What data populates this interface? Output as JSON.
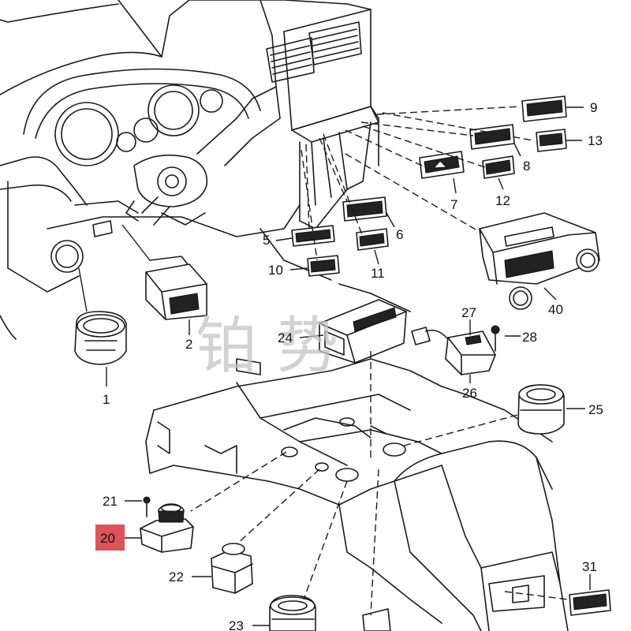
{
  "callouts": [
    {
      "id": "1",
      "label": "1"
    },
    {
      "id": "2",
      "label": "2"
    },
    {
      "id": "5",
      "label": "5"
    },
    {
      "id": "6",
      "label": "6"
    },
    {
      "id": "7",
      "label": "7"
    },
    {
      "id": "8",
      "label": "8"
    },
    {
      "id": "9",
      "label": "9"
    },
    {
      "id": "10",
      "label": "10"
    },
    {
      "id": "11",
      "label": "11"
    },
    {
      "id": "12",
      "label": "12"
    },
    {
      "id": "13",
      "label": "13"
    },
    {
      "id": "20",
      "label": "20"
    },
    {
      "id": "21",
      "label": "21"
    },
    {
      "id": "22",
      "label": "22"
    },
    {
      "id": "23",
      "label": "23"
    },
    {
      "id": "24",
      "label": "24"
    },
    {
      "id": "25",
      "label": "25"
    },
    {
      "id": "26",
      "label": "26"
    },
    {
      "id": "27",
      "label": "27"
    },
    {
      "id": "28",
      "label": "28"
    },
    {
      "id": "31",
      "label": "31"
    },
    {
      "id": "40",
      "label": "40"
    }
  ],
  "highlight": {
    "callout": "20",
    "color": "#e0525a"
  },
  "watermark": {
    "text": "铂 势"
  }
}
